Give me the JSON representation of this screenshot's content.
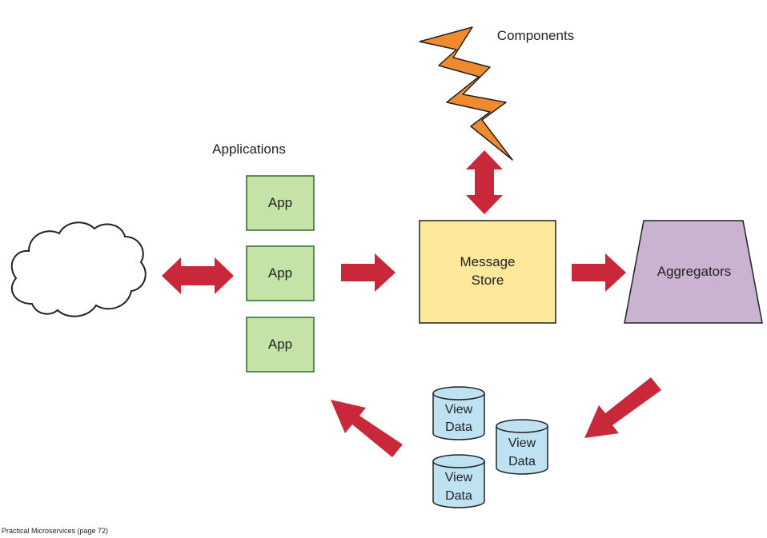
{
  "labels": {
    "components": "Components",
    "applications": "Applications",
    "aggregators": "Aggregators",
    "message_store_line1": "Message",
    "message_store_line2": "Store"
  },
  "apps": [
    "App",
    "App",
    "App"
  ],
  "view_data": [
    {
      "line1": "View",
      "line2": "Data"
    },
    {
      "line1": "View",
      "line2": "Data"
    },
    {
      "line1": "View",
      "line2": "Data"
    }
  ],
  "caption": "Practical Microservices (page 72)",
  "colors": {
    "arrow": "#c8283a",
    "app_fill": "#c5e3a6",
    "app_stroke": "#2f6b2a",
    "store_fill": "#fde89c",
    "aggregator_fill": "#c9b3d0",
    "bolt_fill": "#ef8a2e",
    "cylinder_fill": "#bfe2f2"
  }
}
